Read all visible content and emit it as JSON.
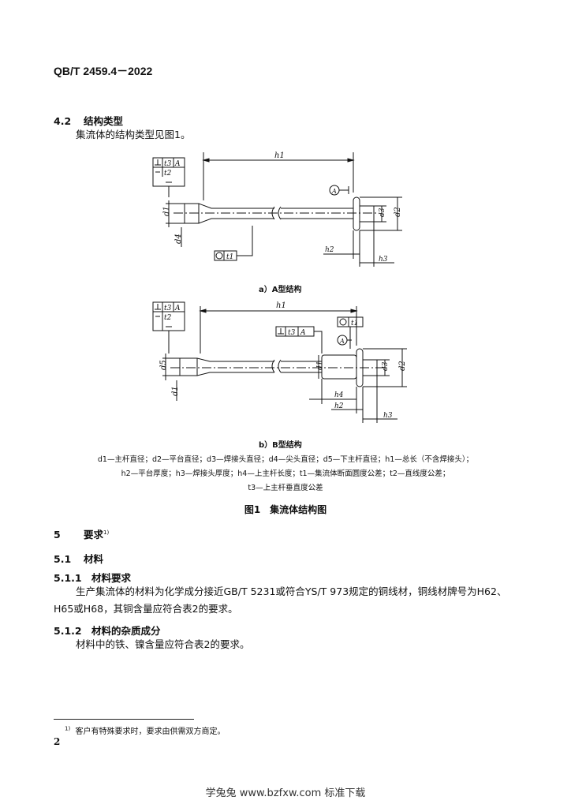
{
  "header": {
    "standard_no": "QB/T 2459.4－2022"
  },
  "section_4_2": {
    "num": "4.2",
    "title": "结构类型",
    "text": "集流体的结构类型见图1。"
  },
  "figure": {
    "caption_a": "a）A型结构",
    "caption_b": "b）B型结构",
    "legend_line1": "d1—主杆直径；d2—平台直径；d3—焊接头直径；d4—尖头直径；d5—下主杆直径；h1—总长（不含焊接头）；",
    "legend_line2": "h2—平台厚度；h3—焊接头厚度；h4—上主杆长度；t1—集流体断面圆度公差；t2—直线度公差；",
    "legend_line3": "t3—上主杆垂直度公差",
    "title": "图1　集流体结构图",
    "labels": {
      "h1": "h1",
      "h2": "h2",
      "h3": "h3",
      "h4": "h4",
      "d1": "d1",
      "d2": "d2",
      "d3": "d3",
      "d4": "d4",
      "d5": "d5",
      "t1": "t1",
      "t2": "t2",
      "t3": "t3",
      "datum": "A"
    }
  },
  "section_5": {
    "num": "5",
    "title": "要求",
    "note_mark": "1)"
  },
  "section_5_1": {
    "num": "5.1",
    "title": "材料"
  },
  "section_5_1_1": {
    "num": "5.1.1",
    "title": "材料要求",
    "line1": "生产集流体的材料为化学成分接近GB/T 5231或符合YS/T 973规定的铜线材，铜线材牌号为H62、",
    "line2": "H65或H68，其铜含量应符合表2的要求。"
  },
  "section_5_1_2": {
    "num": "5.1.2",
    "title": "材料的杂质成分",
    "text": "材料中的铁、镍含量应符合表2的要求。"
  },
  "footnote": {
    "mark": "1)",
    "text": "客户有特殊要求时，要求由供需双方商定。"
  },
  "page_number": "2",
  "watermark": "学兔兔 www.bzfxw.com 标准下载"
}
